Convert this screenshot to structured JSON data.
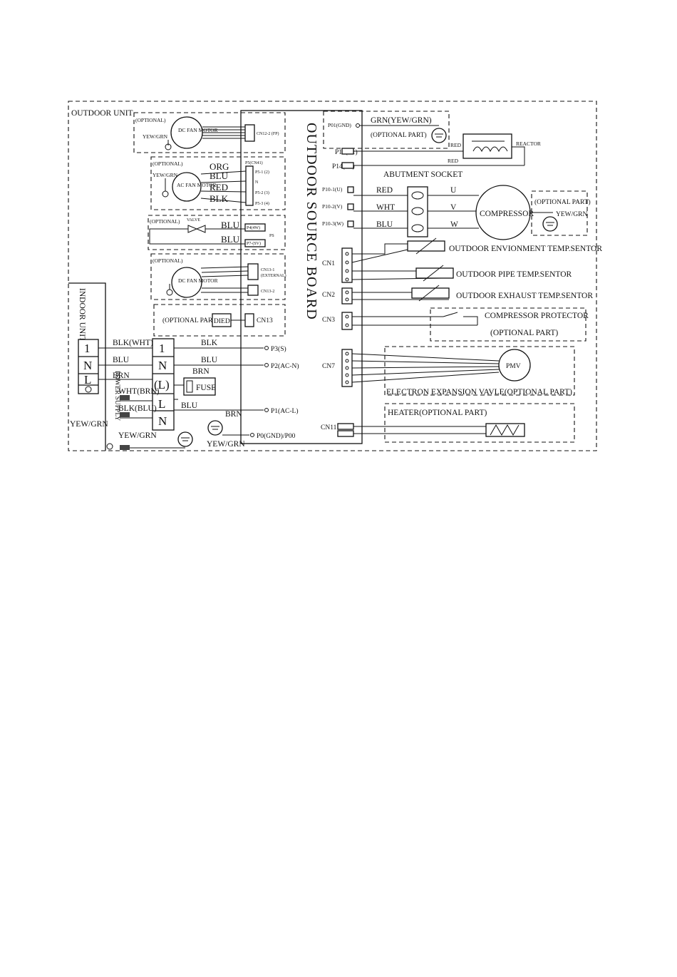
{
  "labels": {
    "outdoor_unit": "OUTDOOR UNIT",
    "indoor_unit": "INDOOR UNIT",
    "board": "OUTDOOR SOURCE BOARD",
    "power_supply": "POWER SUPPLY",
    "optional": "(OPTIONAL)",
    "optional_part": "(OPTIONAL PART)",
    "optional_part_heater": "HEATER(OPTIONAL PART)",
    "yew_grn": "YEW/GRN",
    "yew_grn_idu": "YEW/GRN",
    "dc_fan_motor_1": "DC FAN MOTOR",
    "ac_fan_motor": "AC FAN MOTOR",
    "dc_fan_motor_2": "DC FAN MOTOR",
    "valve": "VALVE",
    "cn12_label": "CN12-2 (FP)",
    "p5_label": "P5(CN41)",
    "p4_label": "P4(4W)",
    "p7_label": "P7-(SV)",
    "ps": "PS",
    "cn13_1": "CN13-1",
    "cn13_1b": "(EXTERNAL)",
    "cn13_2": "CN13-2",
    "died": "DIED",
    "cn13": "CN13",
    "p01": "P01(GND)",
    "grn_yew_grn": "GRN(YEW/GRN)",
    "p13": "P13(L1)",
    "p14": "P14(L2)",
    "reactor": "REACTOR",
    "red": "RED",
    "abutment_socket": "ABUTMENT SOCKET",
    "p10_1": "P10-1(U)",
    "p10_2": "P10-2(V)",
    "p10_3": "P10-3(W)",
    "u": "U",
    "v": "V",
    "w": "W",
    "wht": "WHT",
    "blu": "BLU",
    "compressor": "COMPRESSOR",
    "optional_part_right": "(OPTIONAL PART)",
    "cn1": "CN1",
    "cn2": "CN2",
    "cn3": "CN3",
    "cn7": "CN7",
    "cn11": "CN11",
    "sensor_env": "OUTDOOR ENVIONMENT TEMP.SENTOR",
    "sensor_pipe": "OUTDOOR PIPE TEMP.SENTOR",
    "sensor_exhaust": "OUTDOOR EXHAUST TEMP.SENTOR",
    "comp_protector": "COMPRESSOR PROTECTOR",
    "comp_protector_opt": "(OPTIONAL PART)",
    "pmv": "PMV",
    "eev": "ELECTRON EXPANSION VAVLE(OPTIONAL PART)",
    "p3": "P3(S)",
    "p2": "P2(AC-N)",
    "p1": "P1(AC-L)",
    "p0": "P0(GND)/P00",
    "fuse": "FUSE",
    "org": "ORG",
    "blk": "BLK",
    "brn": "BRN",
    "blk_wht": "BLK(WHT)",
    "wht_brn": "WHT(BRN)",
    "blk_blu": "BLK(BLU)",
    "term_1": "1",
    "term_n": "N",
    "term_l": "L",
    "term_lp": "(L)",
    "pin_p5_2": "P5-1 (2)",
    "pin_n": "N",
    "pin_p5_3": "P5-2 (3)",
    "pin_p5_4": "P5-3 (4)"
  }
}
